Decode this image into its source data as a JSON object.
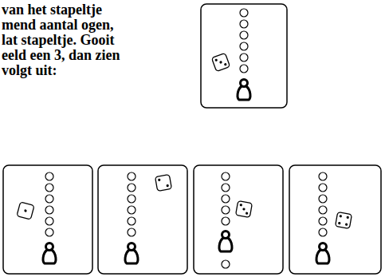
{
  "diagram": {
    "labels": [
      "van het stapeltje",
      "mend aantal ogen,",
      "lat stapeltje. Gooit",
      "eeld een 3, dan zien",
      "volgt uit:"
    ]
  }
}
